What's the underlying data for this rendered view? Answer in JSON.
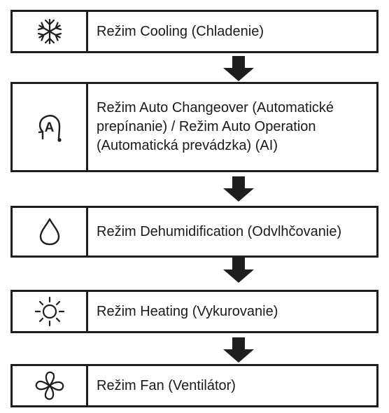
{
  "modes": [
    {
      "icon": "snowflake-icon",
      "label": "Režim Cooling (Chladenie)"
    },
    {
      "icon": "auto-mode-icon",
      "label": "Režim Auto Changeover (Automatické prepínanie) / Režim Auto Operation (Automatická prevádzka) (AI)"
    },
    {
      "icon": "droplet-icon",
      "label": "Režim Dehumidification (Odvlhčovanie)"
    },
    {
      "icon": "sun-icon",
      "label": "Režim Heating (Vykurovanie)"
    },
    {
      "icon": "fan-icon",
      "label": "Režim Fan (Ventilátor)"
    }
  ],
  "colors": {
    "stroke": "#1e1e1e",
    "text": "#1a1a1a"
  }
}
